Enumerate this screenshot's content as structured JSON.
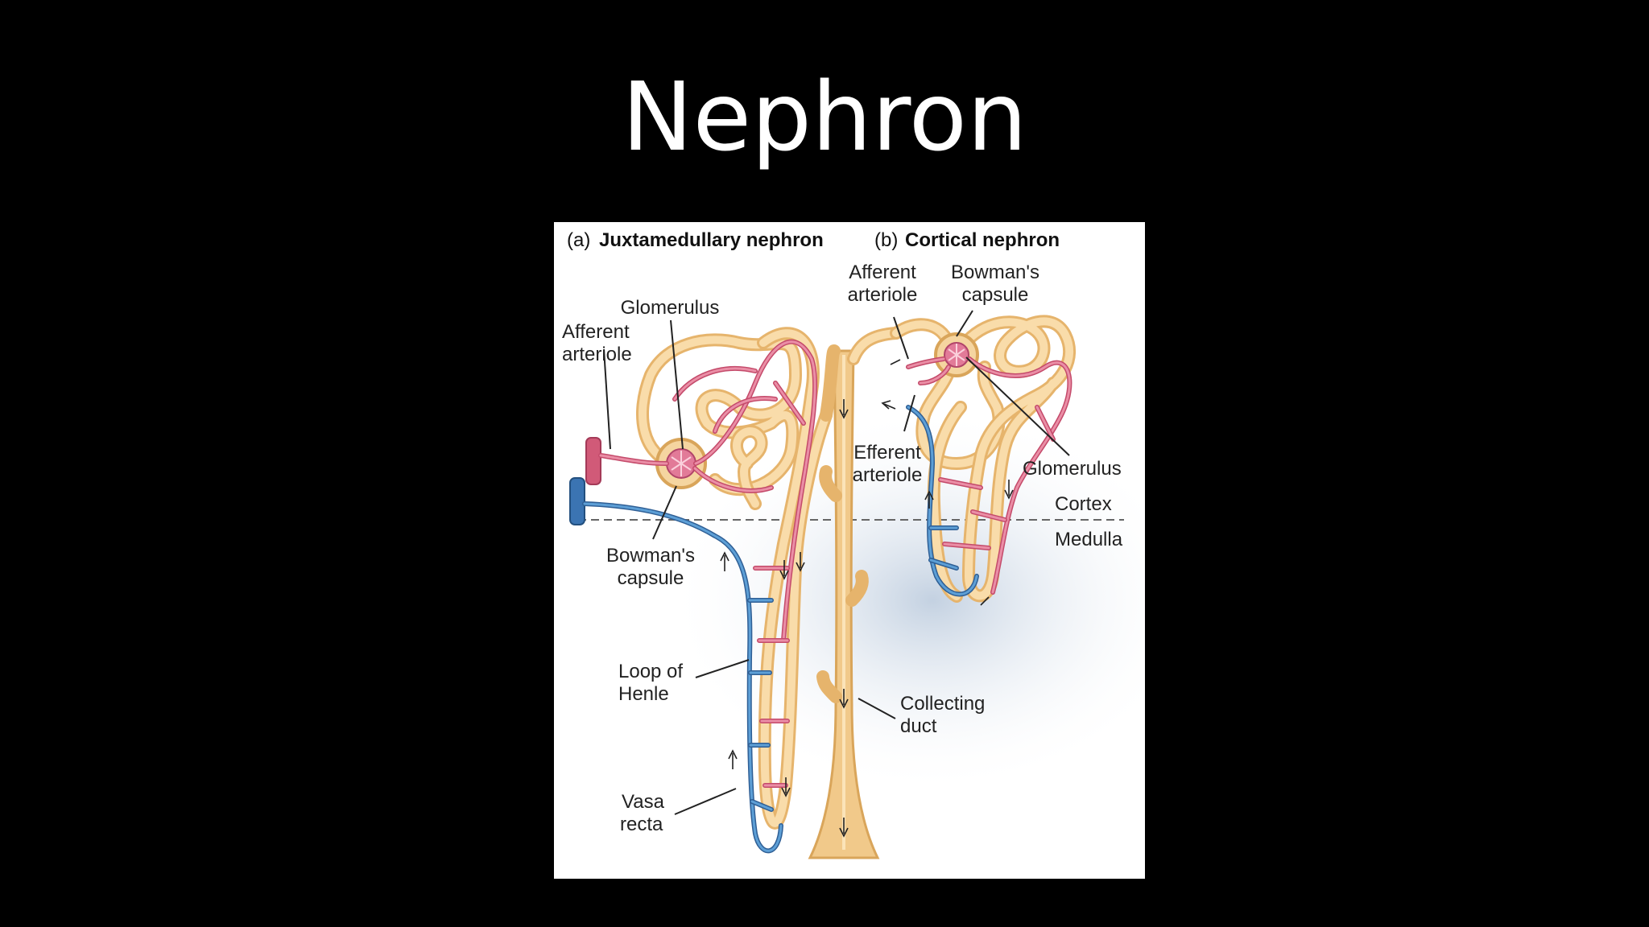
{
  "slide": {
    "title": "Nephron"
  },
  "figure": {
    "panel_a": {
      "letter": "(a)",
      "title": "Juxtamedullary nephron"
    },
    "panel_b": {
      "letter": "(b)",
      "title": "Cortical nephron"
    },
    "labels": {
      "afferent_b_1": "Afferent",
      "afferent_b_2": "arteriole",
      "bowman_b_1": "Bowman's",
      "bowman_b_2": "capsule",
      "glomerulus_a": "Glomerulus",
      "afferent_a_1": "Afferent",
      "afferent_a_2": "arteriole",
      "efferent_1": "Efferent",
      "efferent_2": "arteriole",
      "glomerulus_b": "Glomerulus",
      "cortex": "Cortex",
      "medulla": "Medulla",
      "bowman_a_1": "Bowman's",
      "bowman_a_2": "capsule",
      "loop_1": "Loop of",
      "loop_2": "Henle",
      "collecting_1": "Collecting",
      "collecting_2": "duct",
      "vasa_1": "Vasa",
      "vasa_2": "recta"
    },
    "colors": {
      "tubule": "#e6b46c",
      "artery": "#c44a6a",
      "vein": "#2f5f95"
    }
  }
}
